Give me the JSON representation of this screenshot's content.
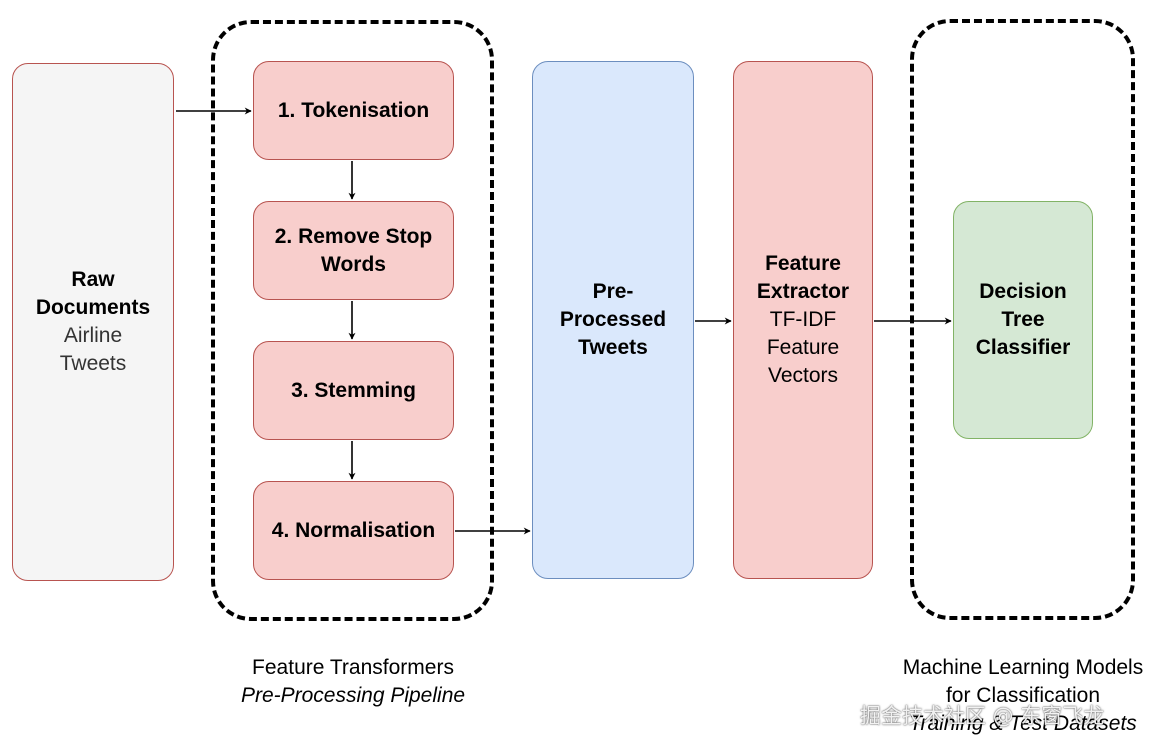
{
  "raw_documents": {
    "title": "Raw Documents",
    "subtitle": "Airline Tweets"
  },
  "pipeline_steps": [
    "1. Tokenisation",
    "2. Remove Stop Words",
    "3. Stemming",
    "4. Normalisation"
  ],
  "preprocessed": {
    "label": "Pre-Processed Tweets"
  },
  "feature_extractor": {
    "title": "Feature Extractor",
    "subtitle": "TF-IDF Feature Vectors"
  },
  "classifier": {
    "label": "Decision Tree Classifier"
  },
  "captions": {
    "pipeline_line1": "Feature Transformers",
    "pipeline_line2": "Pre-Processing Pipeline",
    "ml_line1": "Machine Learning Models",
    "ml_line2": "for Classification",
    "ml_line3": "Training & Test Datasets"
  },
  "watermark": "掘金技术社区 @ 东窗飞龙",
  "colors": {
    "raw_fill": "#f5f5f5",
    "step_fill": "#f8cecc",
    "preprocessed_fill": "#dae8fc",
    "classifier_fill": "#d5e8d4"
  }
}
